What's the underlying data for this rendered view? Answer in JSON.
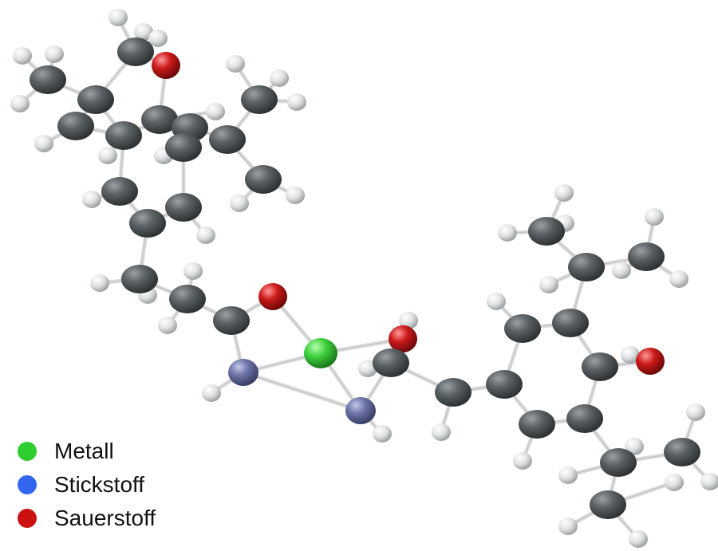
{
  "legend": [
    {
      "label": "Metall",
      "color": "#2ecc2e"
    },
    {
      "label": "Stickstoff",
      "color": "#3366ee"
    },
    {
      "label": "Sauerstoff",
      "color": "#cc1111"
    }
  ],
  "colors": {
    "carbon": "#4f5557",
    "hydrogen": "#d8dadb",
    "metal": "#35c935",
    "nitrogen": "#6b73a8",
    "oxygen": "#c41414",
    "bond": "#dcdcdc"
  }
}
